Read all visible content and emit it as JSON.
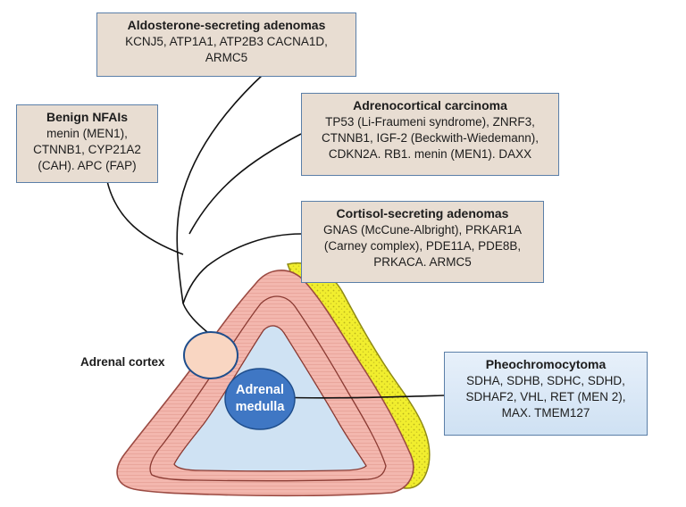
{
  "boxes": {
    "aldosterone": {
      "title": "Aldosterone-secreting adenomas",
      "lines": [
        "KCNJ5, ATP1A1, ATP2B3 CACNA1D,",
        "ARMC5"
      ]
    },
    "benign": {
      "title": "Benign NFAIs",
      "lines": [
        "menin (MEN1),",
        "CTNNB1, CYP21A2",
        "(CAH). APC (FAP)"
      ]
    },
    "carcinoma": {
      "title": "Adrenocortical carcinoma",
      "lines": [
        "TP53 (Li-Fraumeni syndrome), ZNRF3,",
        "CTNNB1, IGF-2 (Beckwith-Wiedemann),",
        "CDKN2A. RB1. menin (MEN1). DAXX"
      ]
    },
    "cortisol": {
      "title": "Cortisol-secreting adenomas",
      "lines": [
        "GNAS (McCune-Albright), PRKAR1A",
        "(Carney complex), PDE11A, PDE8B,",
        "PRKACA. ARMC5"
      ]
    },
    "pheo": {
      "title": "Pheochromocytoma",
      "lines": [
        "SDHA, SDHB, SDHC, SDHD,",
        "SDHAF2, VHL, RET (MEN 2),",
        "MAX. TMEM127"
      ]
    }
  },
  "labels": {
    "cortex": "Adrenal cortex",
    "medulla_line1": "Adrenal",
    "medulla_line2": "medulla"
  },
  "colors": {
    "cortex_fill": "#f2b5ad",
    "medulla_fill": "#cfe2f3",
    "fat_fill": "#f2ef2c",
    "medulla_circle": "#3f77c4",
    "box_border": "#5b7fa8",
    "connector": "#111111"
  }
}
